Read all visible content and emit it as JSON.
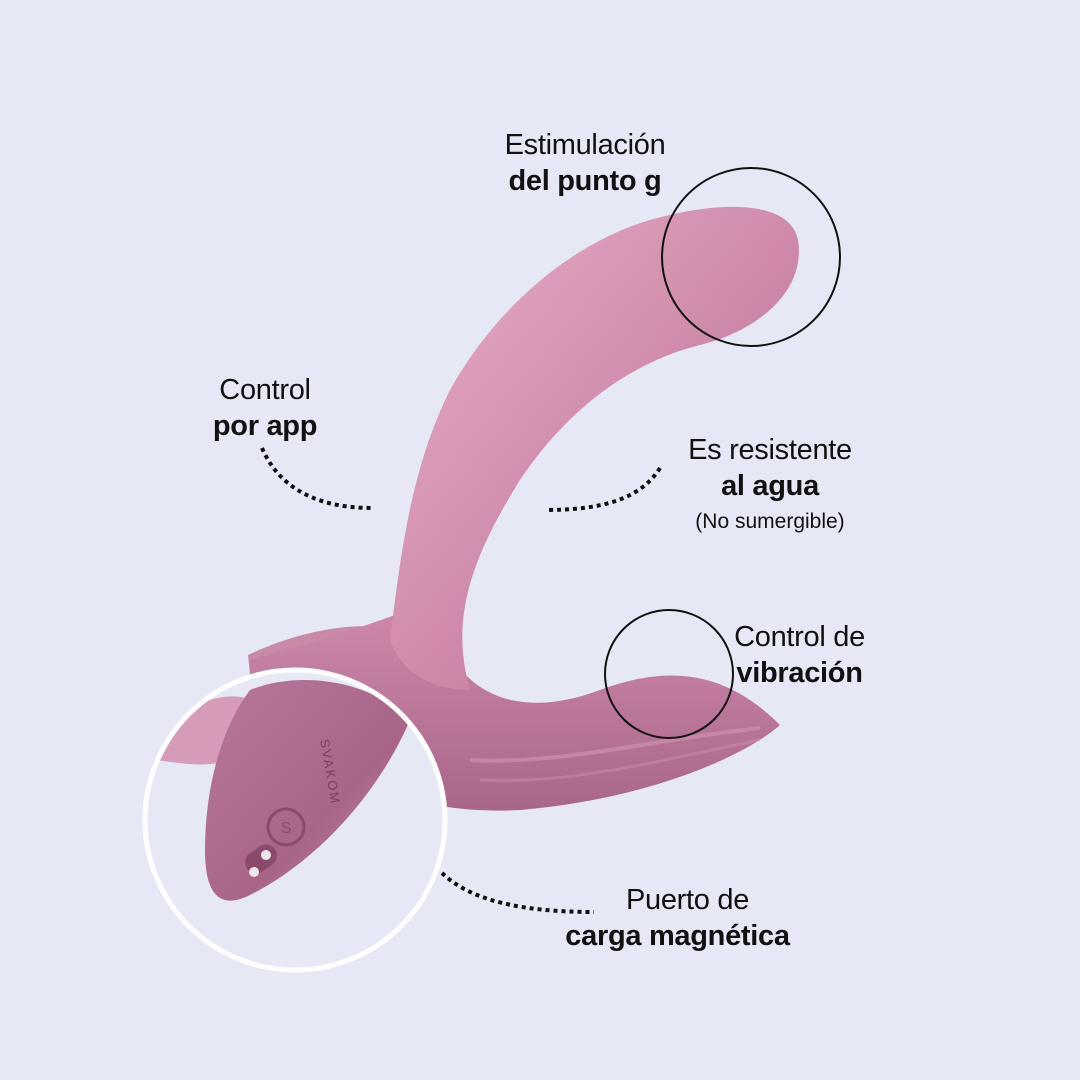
{
  "colors": {
    "background": "#e6e8f5",
    "product_light": "#e4a9c6",
    "product_mid": "#c7809f",
    "product_dark": "#a56385",
    "text": "#111111",
    "callout_circle": "#111111",
    "zoom_circle": "#ffffff"
  },
  "features": [
    {
      "id": "g-spot",
      "line1": "Estimulación",
      "line2": "del punto g"
    },
    {
      "id": "app-control",
      "line1": "Control",
      "line2": "por app"
    },
    {
      "id": "water-resistant",
      "line1": "Es resistente",
      "line2": "al agua",
      "note": "(No sumergible)"
    },
    {
      "id": "vibration-control",
      "line1": "Control de",
      "line2": "vibración"
    },
    {
      "id": "magnetic-charging",
      "line1": "Puerto de",
      "line2": "carga magnética"
    }
  ],
  "product": {
    "brand_text": "SVAKOM",
    "button_icon": "s-logo-button",
    "charging_pins": 2
  }
}
